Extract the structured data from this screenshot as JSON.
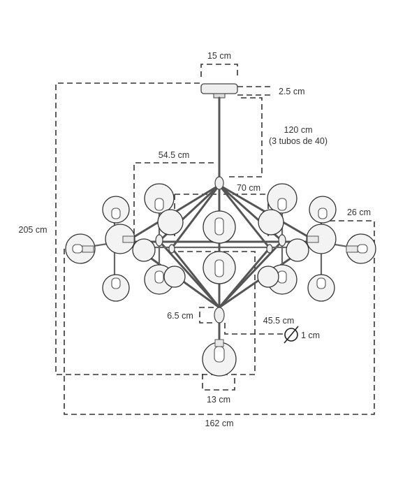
{
  "labels": {
    "canopy_width": "15 cm",
    "canopy_height": "2.5 cm",
    "rod_length": "120 cm",
    "rod_note": "(3 tubos de 40)",
    "upper_span": "54.5 cm",
    "inner_span": "70 cm",
    "side_globe": "26 cm",
    "total_height": "205 cm",
    "hub_height": "6.5 cm",
    "lower_height": "45.5 cm",
    "tube_diameter": "1 cm",
    "globe_diameter": "13 cm",
    "total_width": "162 cm"
  },
  "colors": {
    "line": "#333333",
    "rod": "#555555",
    "globe_fill": "#f3f3f3"
  }
}
